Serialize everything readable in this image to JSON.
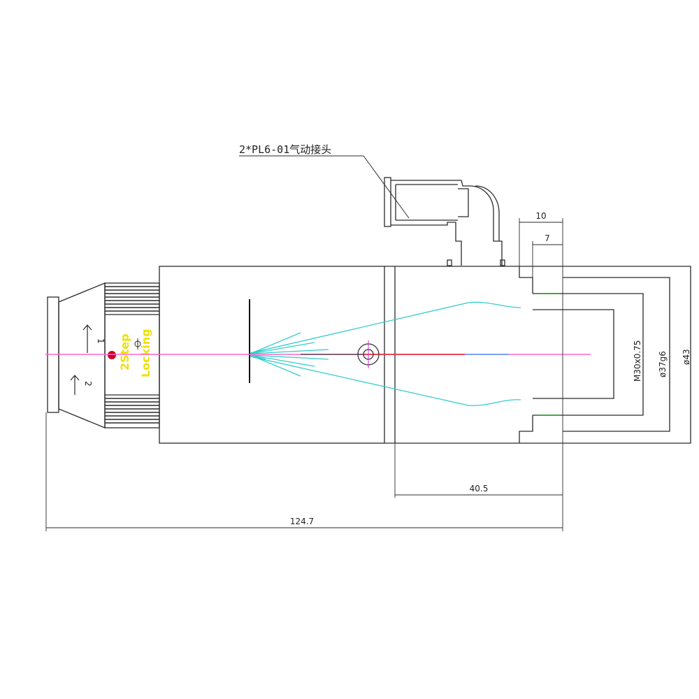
{
  "connector_label": "2*PL6-01气动接头",
  "dimensions": {
    "overall_length": "124.7",
    "body_length": "40.5",
    "step_outer": "10",
    "step_inner": "7",
    "thread": "M30x0.75",
    "fit_diameter": "ø37g6",
    "outer_diameter": "ø43"
  },
  "locking": {
    "text_line1": "2Step",
    "text_line2": "Locking",
    "step1": "1",
    "step2": "2"
  },
  "colors": {
    "outline": "#2a2a2a",
    "centerline": "#ff66cc",
    "ray": "#33cccc",
    "locking_text": "#f0e000",
    "marker_dot": "#cc0022",
    "red_segment": "#dd2222",
    "blue_segment": "#5599ff",
    "green_mark": "#44aa44"
  }
}
